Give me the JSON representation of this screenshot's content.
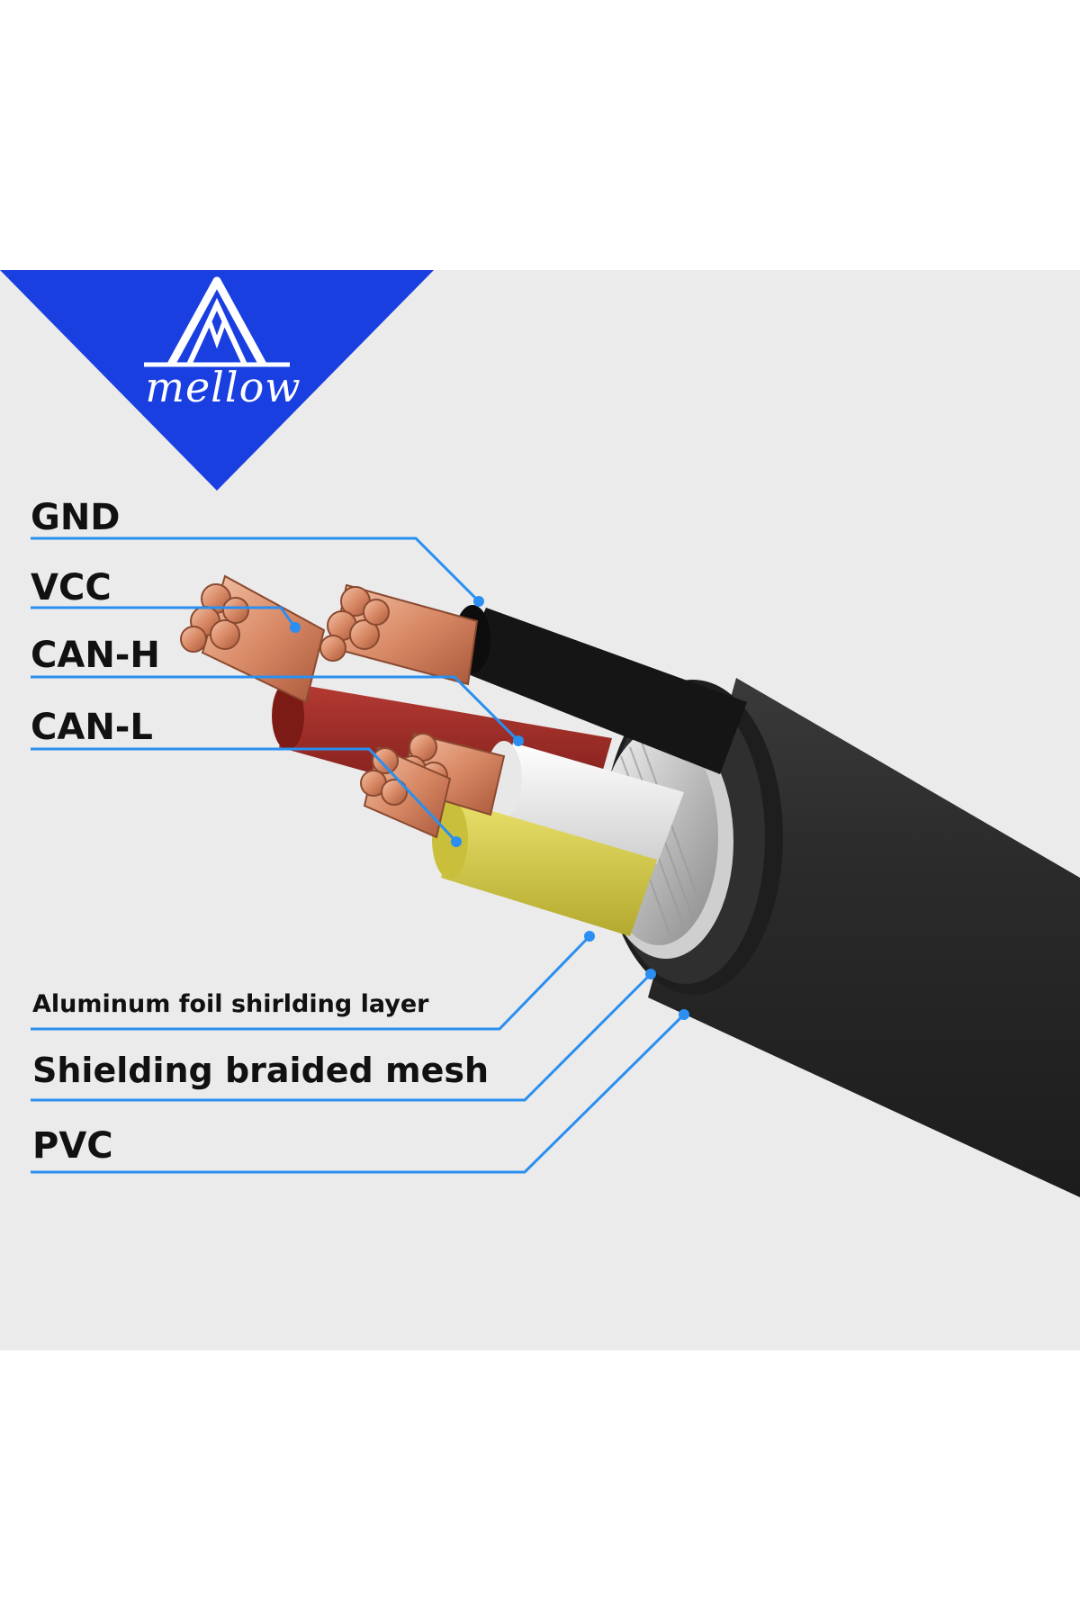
{
  "brand": {
    "logo_text": "mellow",
    "logo_color": "#1a3fe0"
  },
  "labels": {
    "gnd": "GND",
    "vcc": "VCC",
    "can_h": "CAN-H",
    "can_l": "CAN-L",
    "aluminum_foil": "Aluminum foil shirlding layer",
    "braided_mesh": "Shielding braided mesh",
    "pvc": "PVC"
  },
  "colors": {
    "background": "#ebebeb",
    "leader_line": "#2a8ff0",
    "jacket": "#2b2b2b",
    "copper": "#d98a66",
    "red_insulation": "#8f1f1c",
    "white_insulation": "#f2f2f2",
    "yellow_insulation": "#d9cf4a",
    "black_insulation": "#151515"
  },
  "icons": {
    "logo": "mellow-logo-icon"
  }
}
